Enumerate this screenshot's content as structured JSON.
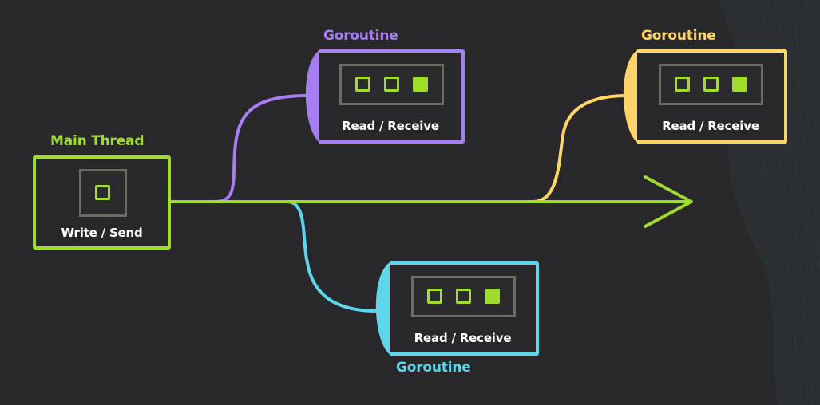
{
  "colors": {
    "background": "#28282a",
    "main": "#9fdc2c",
    "goroutine_purple": "#a77ef1",
    "goroutine_yellow": "#ffd466",
    "goroutine_cyan": "#5dd6ec",
    "buffer_border": "#6e6b63",
    "text": "#ffffff"
  },
  "main_thread": {
    "title": "Main Thread",
    "label": "Write / Send",
    "slots": [
      "empty"
    ]
  },
  "goroutines": [
    {
      "title": "Goroutine",
      "label": "Read / Receive",
      "color": "purple",
      "slots": [
        "empty",
        "empty",
        "filled"
      ]
    },
    {
      "title": "Goroutine",
      "label": "Read / Receive",
      "color": "yellow",
      "slots": [
        "empty",
        "empty",
        "filled"
      ]
    },
    {
      "title": "Goroutine",
      "label": "Read / Receive",
      "color": "cyan",
      "slots": [
        "empty",
        "empty",
        "filled"
      ]
    }
  ]
}
